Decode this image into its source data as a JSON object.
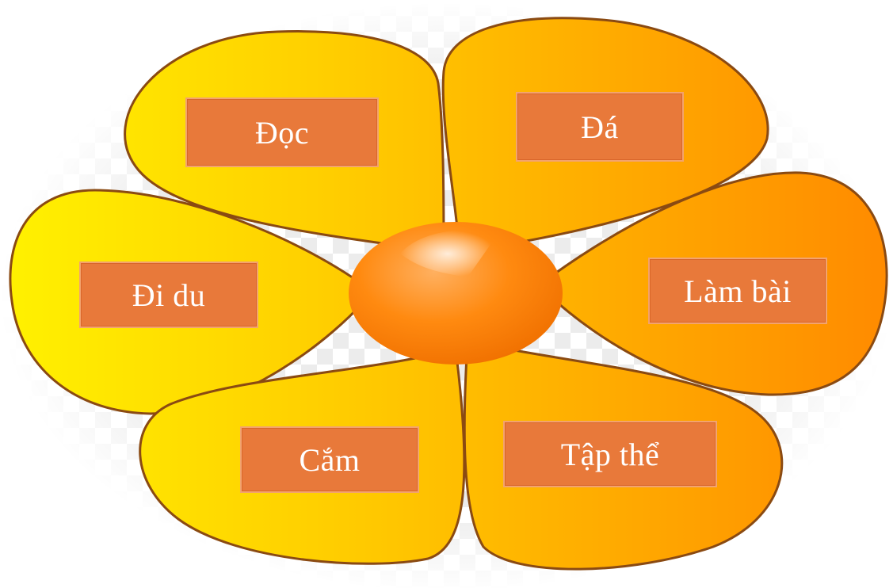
{
  "petals": [
    {
      "id": "doc",
      "label": "Đọc"
    },
    {
      "id": "da",
      "label": "Đá"
    },
    {
      "id": "di-du",
      "label": "Đi du"
    },
    {
      "id": "lam-bai",
      "label": "Làm bài"
    },
    {
      "id": "cam",
      "label": "Cắm"
    },
    {
      "id": "tap-the",
      "label": "Tập thể"
    }
  ],
  "colors": {
    "petal_light": "#ffe600",
    "petal_mid": "#ffbe00",
    "petal_dark": "#ff8f00",
    "petal_outline": "#8a4a12",
    "label_fill": "#e8793a",
    "label_text": "#ffffff",
    "center": "#ff8000"
  }
}
